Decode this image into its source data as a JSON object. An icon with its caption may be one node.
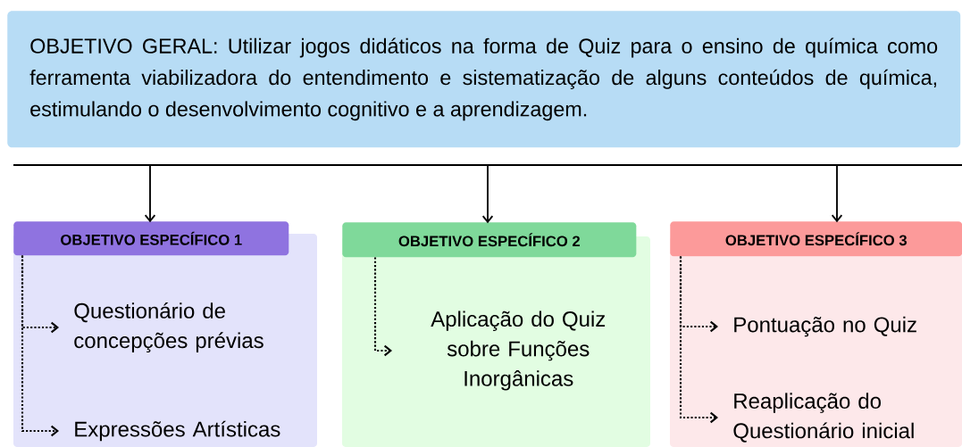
{
  "diagram": {
    "nodes": [
      {
        "text": [
          "OBJETIVO GERAL: Utilizar jogos didáticos na forma de Quiz para o ensino de química como ferramenta viabilizadora do entendimento e sistematização de alguns conteúdos de química, estimulando o desenvolvimento cognitivo e a aprendizagem."
        ]
      },
      {
        "text": [
          "OBJETIVO ESPECÍFICO 1"
        ]
      },
      {
        "text": [
          "Questionário de concepções prévias"
        ]
      },
      {
        "text": [
          "Expressões Artísticas"
        ]
      },
      {
        "text": [
          "OBJETIVO ESPECÍFICO 2"
        ]
      },
      {
        "text": [
          "Aplicação do Quiz sobre Funções Inorgânicas"
        ]
      },
      {
        "text": [
          "OBJETIVO ESPECÍFICO 3"
        ]
      },
      {
        "text": [
          "Pontuação no Quiz"
        ]
      },
      {
        "text": [
          "Reaplicação do Questionário inicial"
        ]
      }
    ],
    "edges": [
      {
        "from": 0,
        "to": 1,
        "arrow": "to"
      },
      {
        "from": 0,
        "to": 4,
        "arrow": "to"
      },
      {
        "from": 0,
        "to": 6,
        "arrow": "to"
      },
      {
        "from": 1,
        "to": 2,
        "arrow": "to",
        "style": "dashed"
      },
      {
        "from": 1,
        "to": 3,
        "arrow": "to",
        "style": "dashed"
      },
      {
        "from": 4,
        "to": 5,
        "arrow": "to",
        "style": "dashed"
      },
      {
        "from": 6,
        "to": 7,
        "arrow": "to",
        "style": "dashed"
      },
      {
        "from": 6,
        "to": 8,
        "arrow": "to",
        "style": "dashed"
      }
    ]
  }
}
